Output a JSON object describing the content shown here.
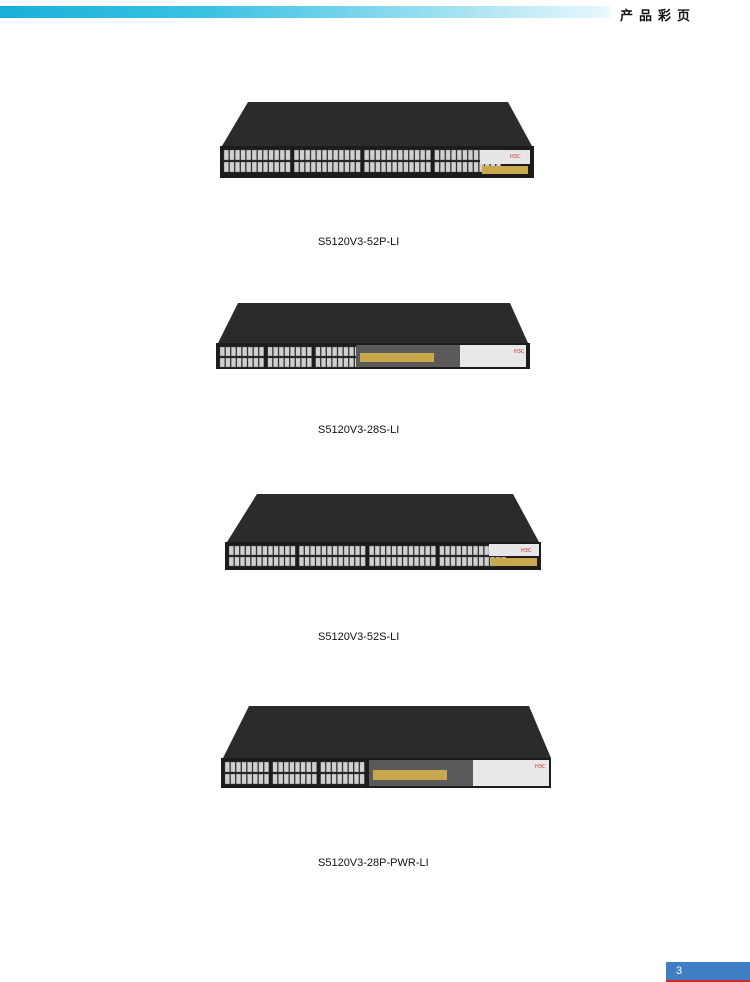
{
  "header": {
    "title": "产品彩页"
  },
  "products": [
    {
      "model": "S5120V3-52P-LI",
      "image": "switch-52p-image"
    },
    {
      "model": "S5120V3-28S-LI",
      "image": "switch-28s-image"
    },
    {
      "model": "S5120V3-52S-LI",
      "image": "switch-52s-image"
    },
    {
      "model": "S5120V3-28P-PWR-LI",
      "image": "switch-28p-pwr-image"
    }
  ],
  "brand": {
    "logo_text": "H3C",
    "logo_color": "#d9262b"
  },
  "footer": {
    "page_number": "3"
  },
  "colors": {
    "header_gradient_start": "#1ab0d8",
    "page_box": "#3d7ec5",
    "page_underline": "#d9262b"
  }
}
